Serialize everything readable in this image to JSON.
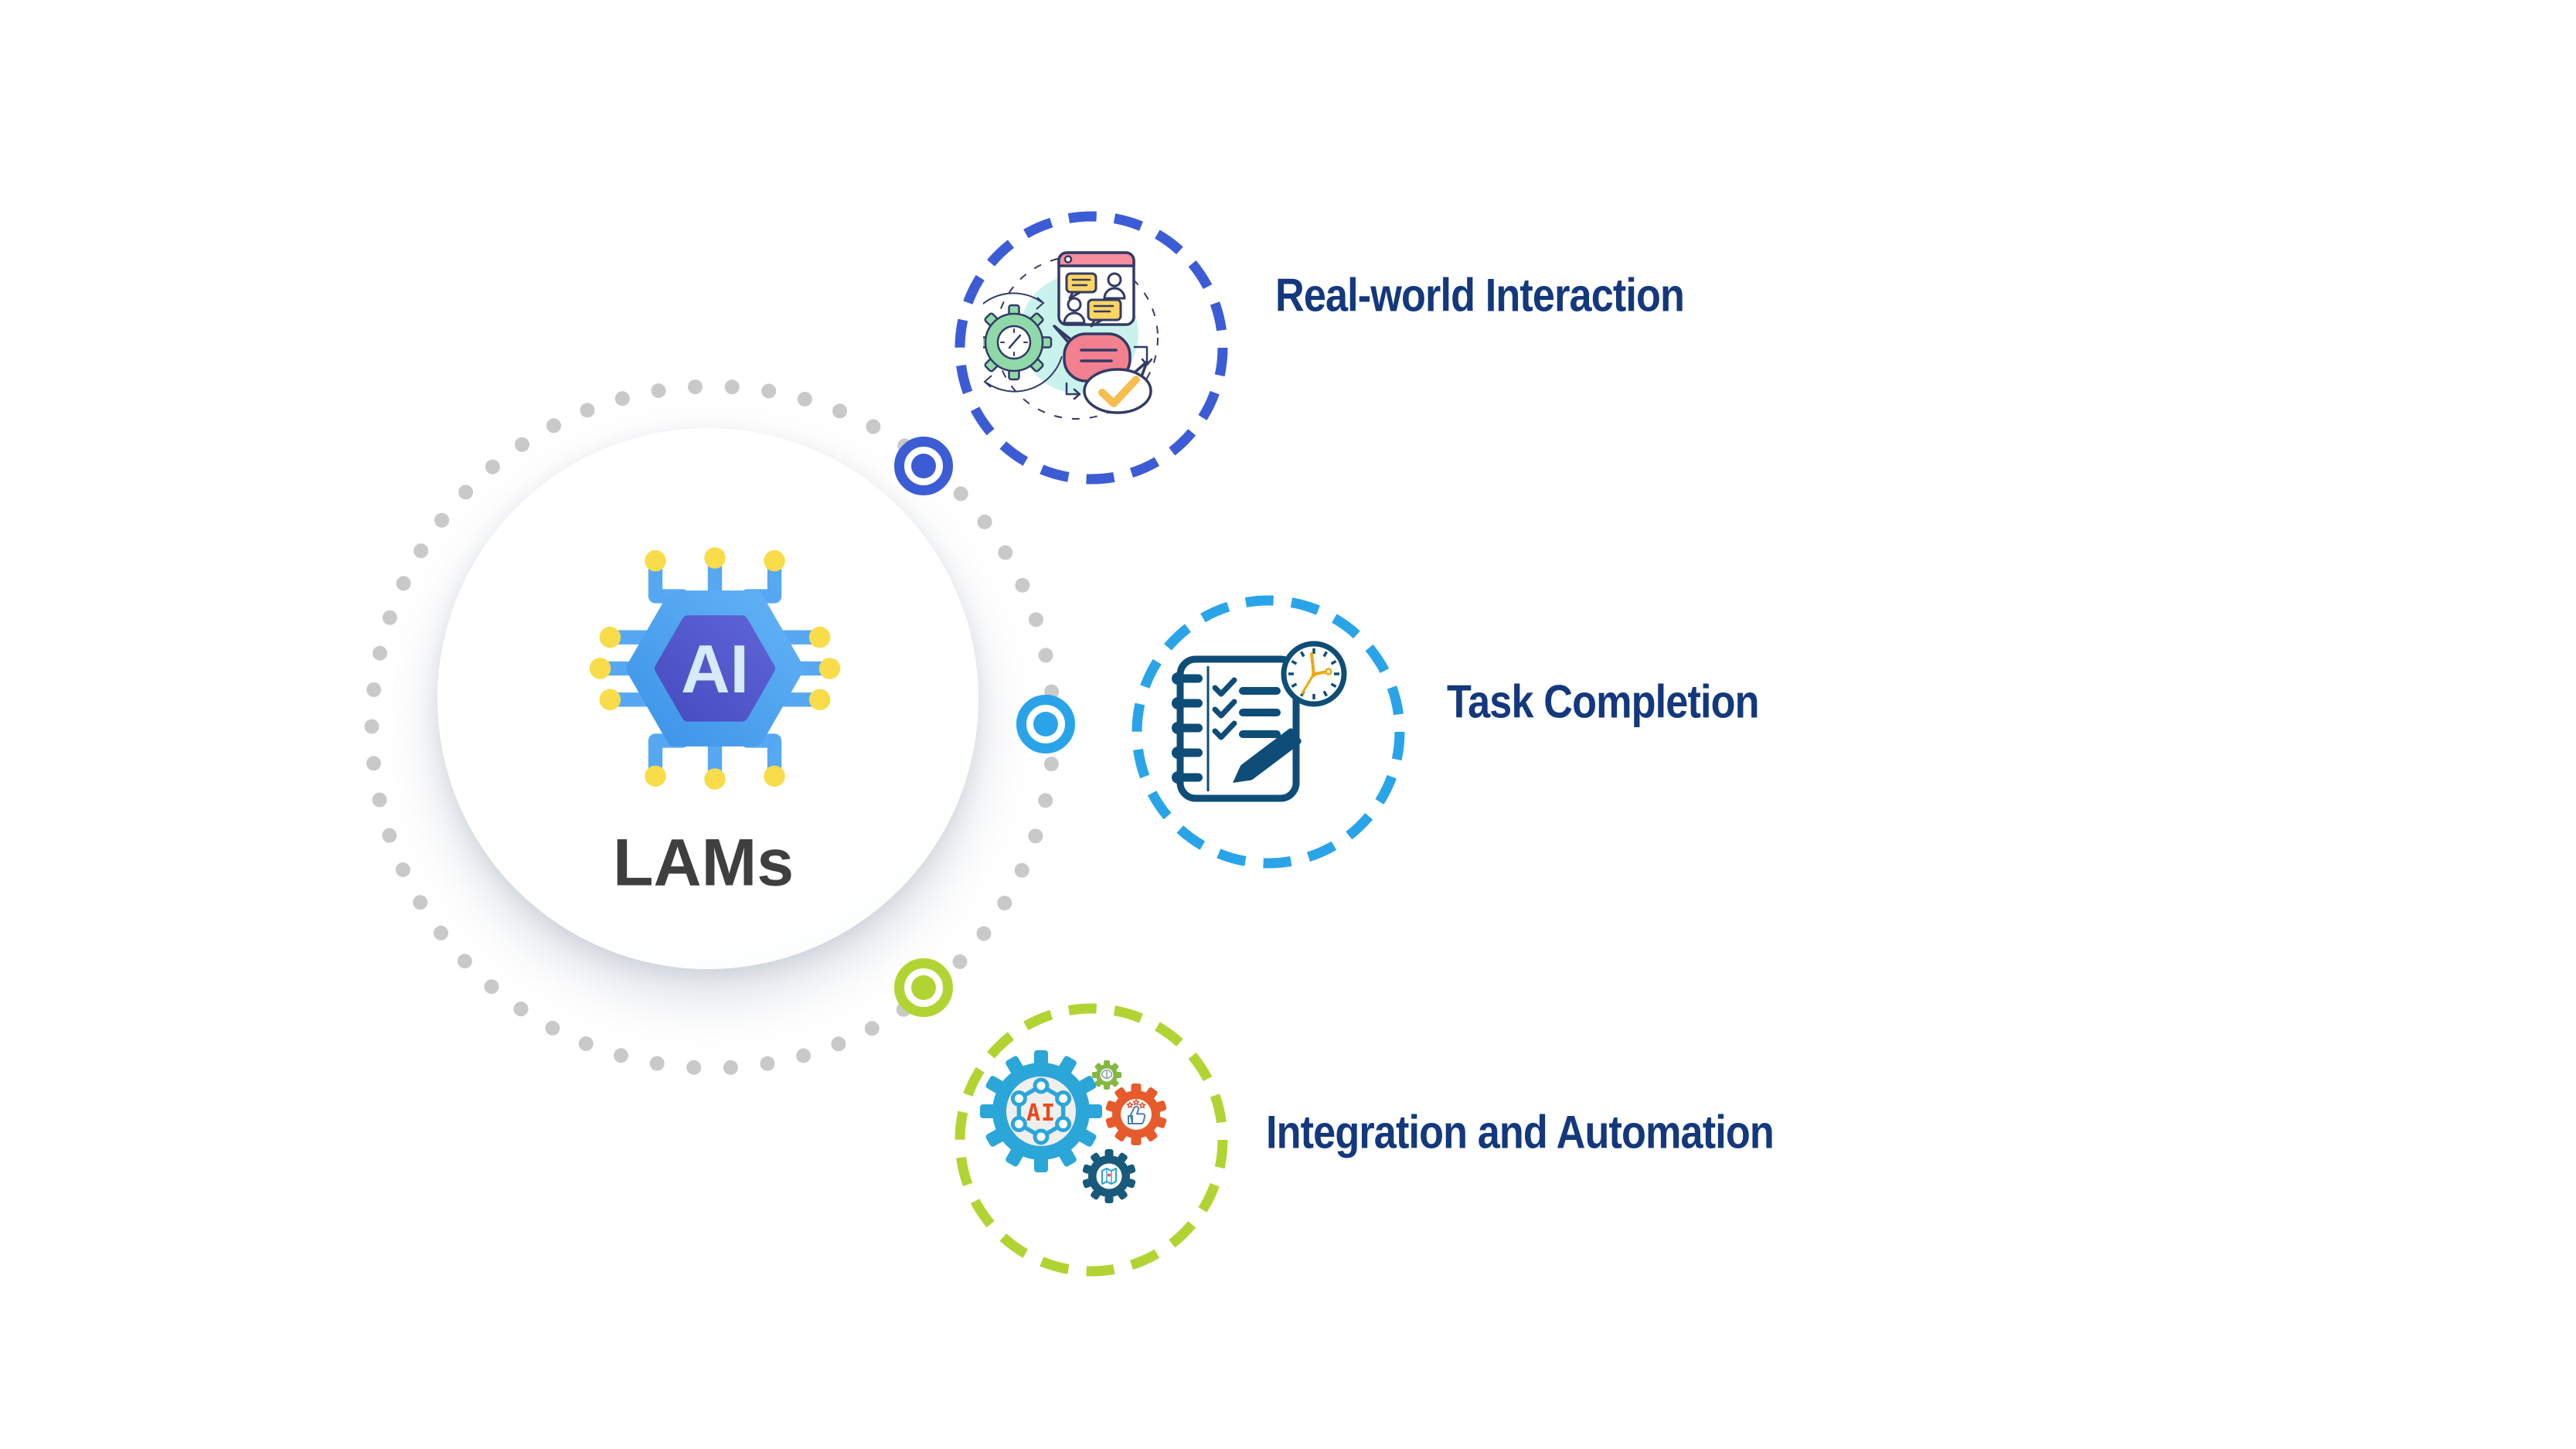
{
  "diagram": {
    "title_implicit": "",
    "hub": {
      "label": "LAMs",
      "chip_label": "AI",
      "icon": "ai-chip-icon",
      "label_color": "#3f3f3f"
    },
    "items": [
      {
        "id": "real-world-interaction",
        "label": "Real-world Interaction",
        "accent": "#3c5cd6",
        "icon": "chat-gear-workflow-icon"
      },
      {
        "id": "task-completion",
        "label": "Task Completion",
        "accent": "#2aa4e9",
        "icon": "checklist-notebook-clock-icon"
      },
      {
        "id": "integration-automation",
        "label": "Integration and Automation",
        "accent": "#b2d433",
        "icon": "gears-ai-icon",
        "gear_label": "AI"
      }
    ],
    "colors": {
      "label_text": "#14387d",
      "orbit_dots": "#c9c9c9",
      "chip_trace": "#56a8f2",
      "chip_node_yellow": "#f8dc4a",
      "hub_background": "#ffffff"
    }
  }
}
